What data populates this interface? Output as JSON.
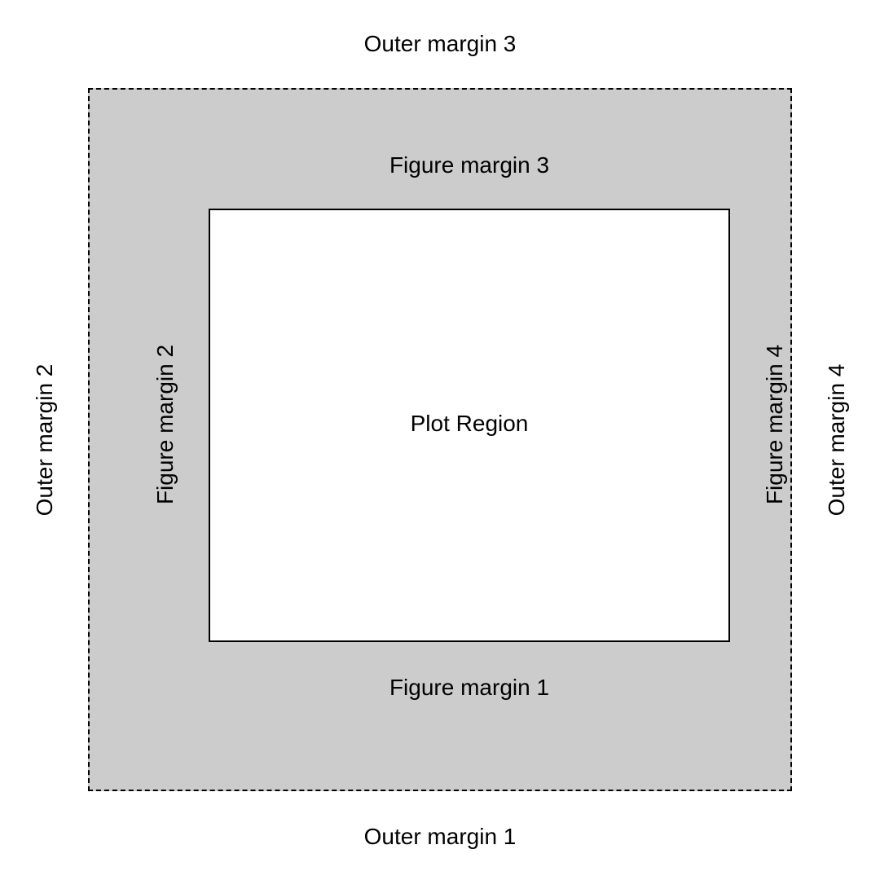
{
  "colors": {
    "figure_region_fill": "#cccccc",
    "plot_region_fill": "#ffffff",
    "border": "#000000",
    "background": "#ffffff"
  },
  "outer_margins": {
    "bottom": "Outer margin 1",
    "left": "Outer margin 2",
    "top": "Outer margin 3",
    "right": "Outer margin 4"
  },
  "figure_margins": {
    "bottom": "Figure margin 1",
    "left": "Figure margin 2",
    "top": "Figure margin 3",
    "right": "Figure margin 4"
  },
  "plot_region": {
    "label": "Plot Region"
  }
}
